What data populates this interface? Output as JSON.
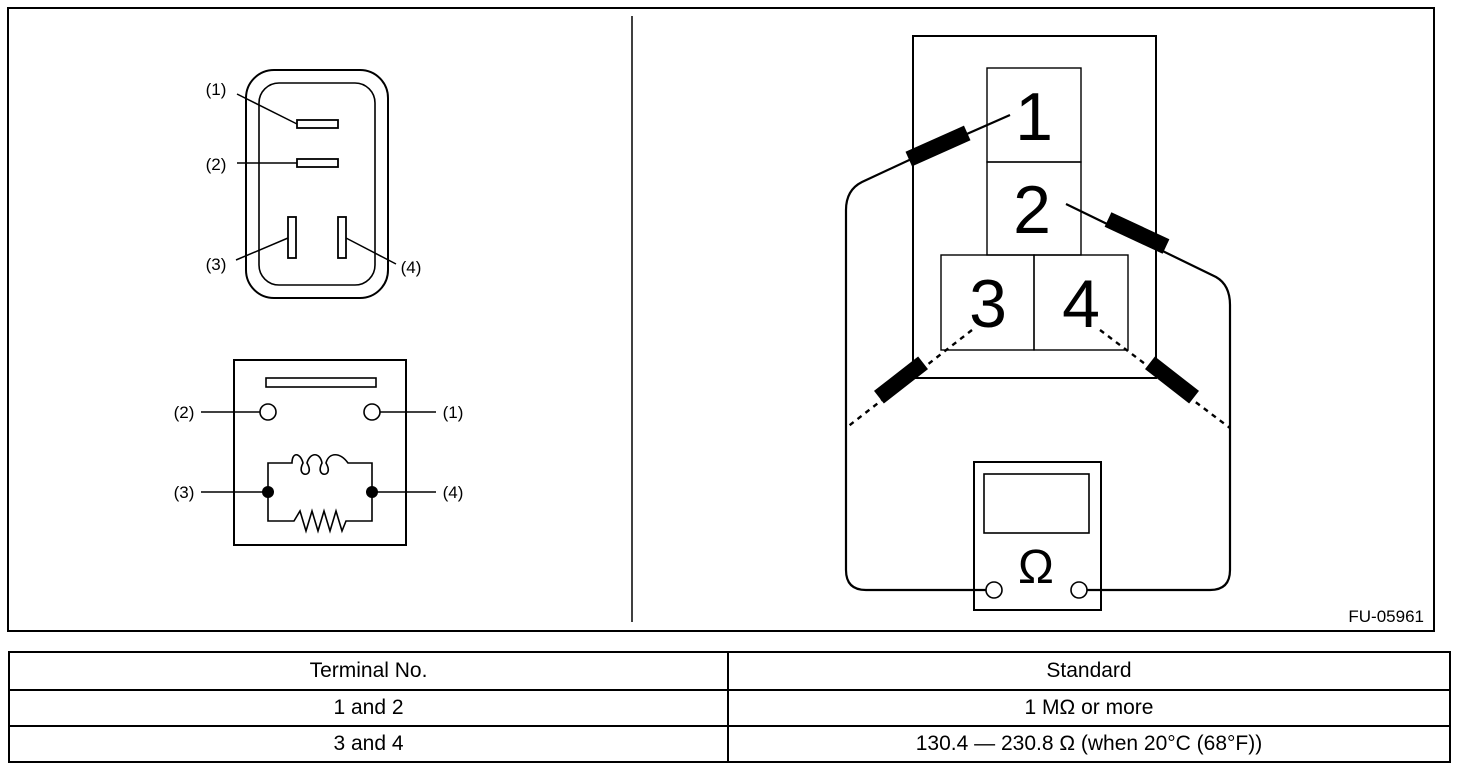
{
  "figure": {
    "code": "FU-05961",
    "connector_labels": [
      "(1)",
      "(2)",
      "(3)",
      "(4)"
    ],
    "relay_labels": [
      "(2)",
      "(1)",
      "(3)",
      "(4)"
    ],
    "terminal_numbers": [
      "1",
      "2",
      "3",
      "4"
    ],
    "meter_symbol": "Ω"
  },
  "table": {
    "headers": [
      "Terminal No.",
      "Standard"
    ],
    "rows": [
      [
        "1 and 2",
        "1 MΩ or more"
      ],
      [
        "3 and 4",
        "130.4 — 230.8 Ω (when 20°C (68°F))"
      ]
    ]
  }
}
